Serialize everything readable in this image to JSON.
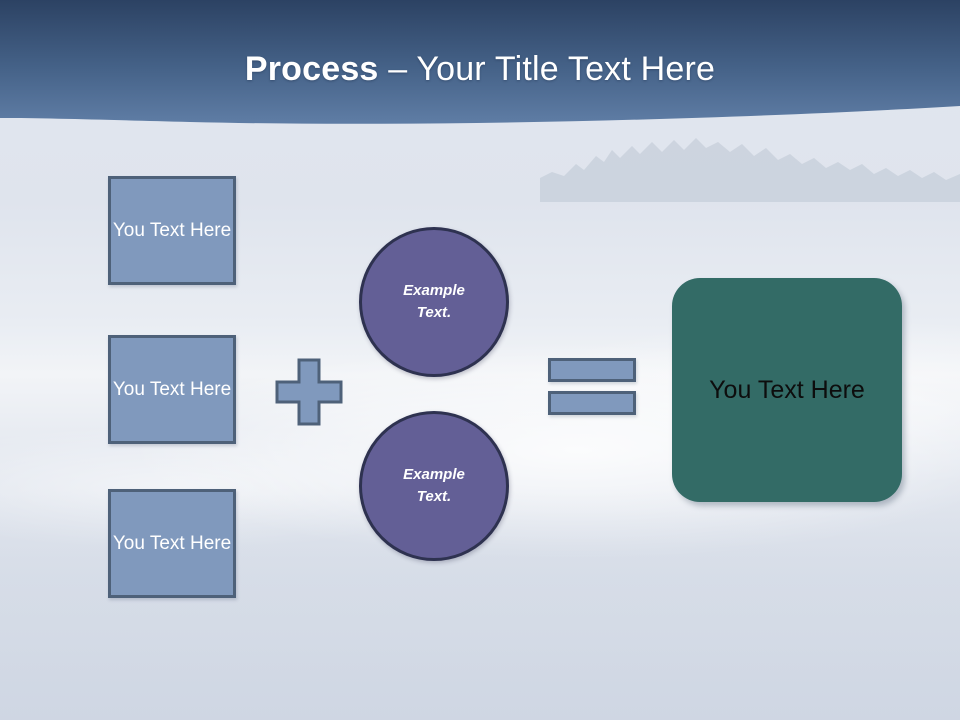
{
  "slide": {
    "title": {
      "bold_part": "Process",
      "rest_part": " – Your Title Text Here"
    },
    "background": {
      "theme": "winter-snow-landscape",
      "page_color": "#dfe4ed",
      "header_gradient_top": "#2c4263",
      "header_gradient_bottom": "#5d7ba3"
    }
  },
  "diagram": {
    "input_boxes": [
      {
        "label": "You Text Here"
      },
      {
        "label": "You Text Here"
      },
      {
        "label": "You Text Here"
      }
    ],
    "operator_plus": "plus-sign",
    "circles": [
      {
        "line1": "Example",
        "line2": "Text."
      },
      {
        "line1": "Example",
        "line2": "Text."
      }
    ],
    "operator_equals": "equals-sign",
    "result_box": {
      "label": "You Text Here"
    },
    "colors": {
      "box_fill": "#8099bd",
      "box_border": "#4e6179",
      "circle_fill": "#635f96",
      "circle_border": "#2e3250",
      "result_fill": "#336b66",
      "result_text": "#0d0d0d",
      "box_text": "#ffffff"
    }
  }
}
